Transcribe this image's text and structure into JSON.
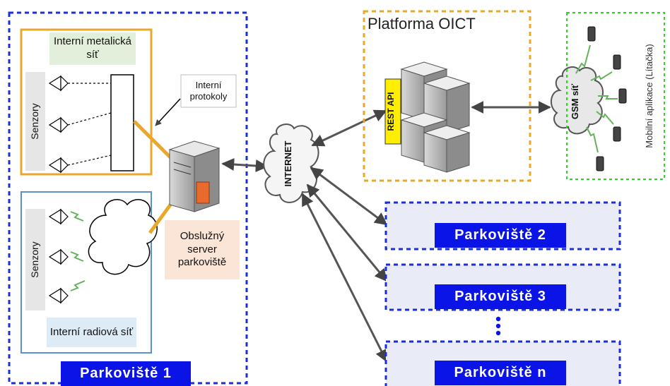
{
  "parking1": {
    "title": "Parkoviště 1",
    "metal_network": "Interní metalická síť",
    "radio_network": "Interní radiová síť",
    "sensors_top": "Senzory",
    "sensors_bottom": "Senzory",
    "protocols": "Interní protokoly",
    "server": "Obslužný server parkoviště"
  },
  "internet": "INTERNET",
  "platform": {
    "title": "Platforma OICT",
    "api": "REST API"
  },
  "mobile": {
    "gsm": "GSM síť",
    "label": "Mobilní aplikace (Lítačka)"
  },
  "other_parkings": {
    "p2": "Parkoviště 2",
    "p3": "Parkoviště 3",
    "pn": "Parkoviště n"
  },
  "colors": {
    "blue_border": "#1a2fd9",
    "orange_border": "#e9a82a",
    "green_border": "#2fd12f",
    "label_blue": "#0a14e6",
    "api_yellow": "#ffee00"
  }
}
